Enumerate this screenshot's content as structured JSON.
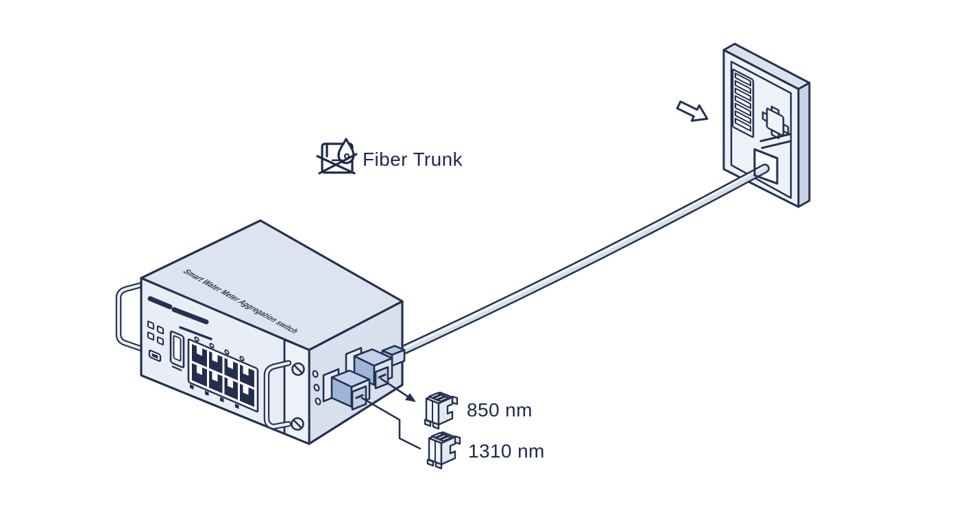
{
  "labels": {
    "fiber_trunk": "Fiber Trunk",
    "switch_title": "Smart Water Meter Aggregation switch",
    "wavelengths": [
      "850 nm",
      "1310 nm"
    ]
  },
  "colors": {
    "outline": "#24304f",
    "text": "#20294a",
    "switch_top_face": "#dde4f0",
    "switch_front_face": "#e9edf5",
    "switch_right_face": "#d8e0ee",
    "connector_blue": "#b7c8e4",
    "cable_fill": "#d6dfe9",
    "panel_face": "#edf1f8",
    "port_dark": "#232e4e",
    "background": "#ffffff"
  },
  "icons": {
    "fiber_trunk_icon": "box-with-water-droplet",
    "direction_arrow_icon": "block-arrow-pointing-to-panel",
    "sfp_module_icon": "isometric-transceiver-module"
  }
}
